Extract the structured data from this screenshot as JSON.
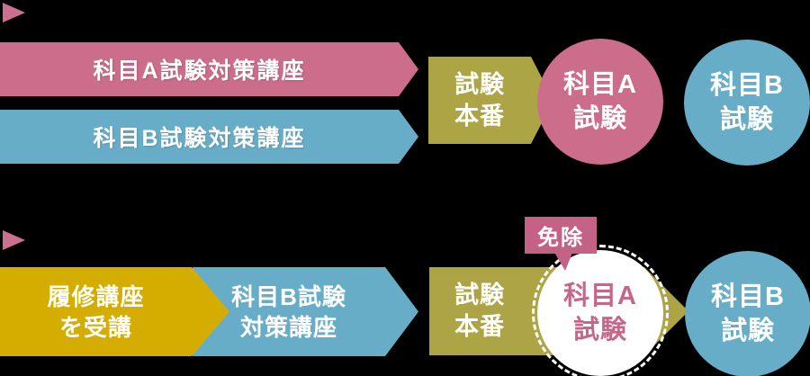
{
  "colors": {
    "bg": "#000000",
    "pink": "#cb6d8b",
    "blue": "#68adc8",
    "olive": "#ada445",
    "gold": "#d5ac00",
    "badge-pink": "#c36285",
    "bullet-pink": "#ca7090",
    "exempt-text-pink": "#c4678a",
    "text-white": "#ffffff"
  },
  "flow_top": {
    "course_a_label": "科目A試験対策講座",
    "course_b_label": "科目B試験対策講座",
    "exam_day_label": "試験\n本番",
    "subject_a_exam_label": "科目A\n試験",
    "subject_b_exam_label": "科目B\n試験"
  },
  "flow_bottom": {
    "enroll_label": "履修講座\nを受講",
    "course_b_label": "科目B試験\n対策講座",
    "exam_day_label": "試験\n本番",
    "subject_a_exam_label": "科目A\n試験",
    "subject_b_exam_label": "科目B\n試験",
    "exempt_badge_label": "免除"
  }
}
